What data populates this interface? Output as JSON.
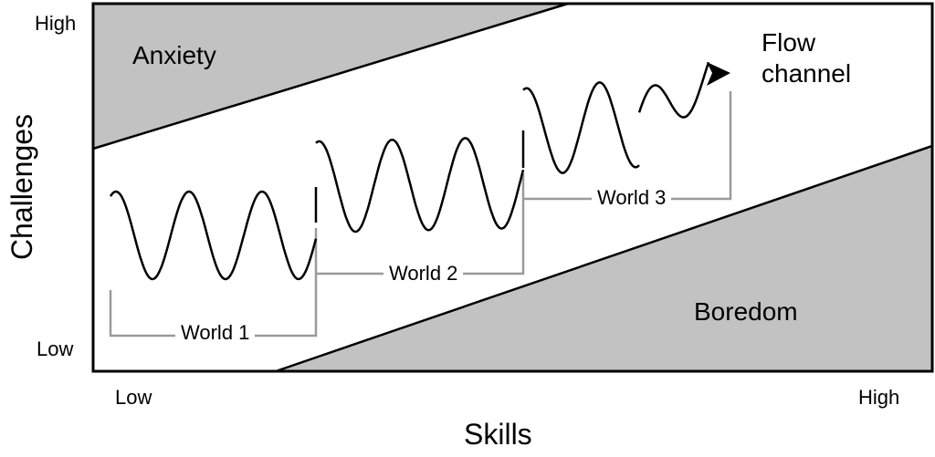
{
  "axes": {
    "y_title": "Challenges",
    "x_title": "Skills",
    "y_high": "High",
    "y_low": "Low",
    "x_low": "Low",
    "x_high": "High"
  },
  "regions": {
    "anxiety": "Anxiety",
    "boredom": "Boredom"
  },
  "flow_label": {
    "line1": "Flow",
    "line2": "channel"
  },
  "worlds": [
    "World 1",
    "World 2",
    "World 3"
  ],
  "colors": {
    "region_fill": "#c2c2c2",
    "outline": "#000000",
    "bracket": "#9a9a9a",
    "background": "#ffffff"
  }
}
